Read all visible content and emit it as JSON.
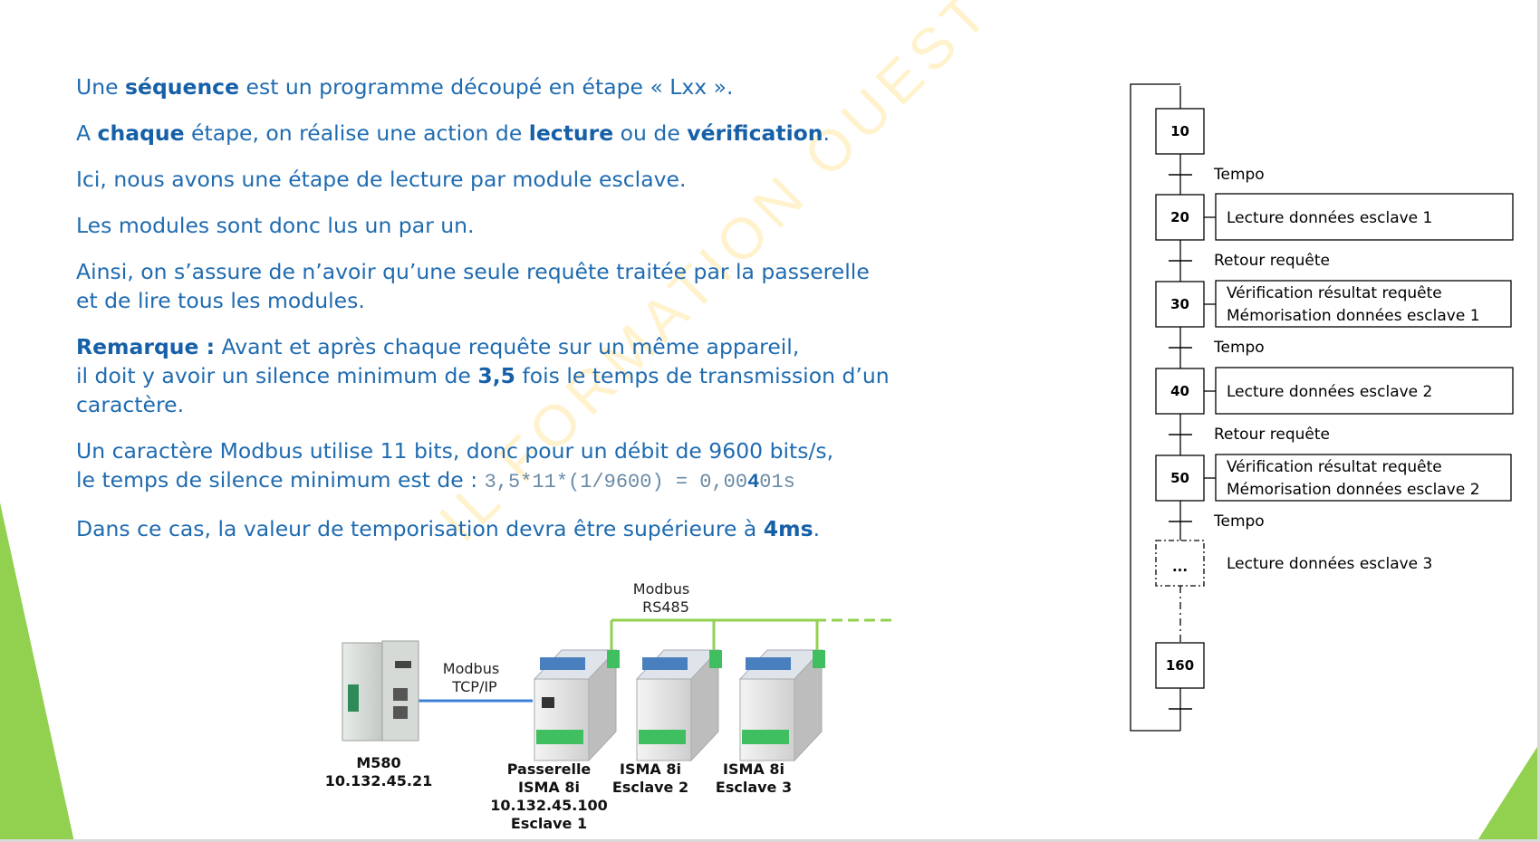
{
  "paragraphs": {
    "p1": {
      "a": "Une ",
      "b": "séquence",
      "c": " est un programme découpé en étape « Lxx »."
    },
    "p2": {
      "a": "A ",
      "b": "chaque",
      "c": " étape, on réalise une action de ",
      "d": "lecture",
      "e": " ou de ",
      "f": "vérification",
      "g": "."
    },
    "p3": "Ici, nous avons une étape de lecture par module esclave.",
    "p4": "Les modules sont donc lus un par un.",
    "p5": {
      "line1": "Ainsi, on s’assure de n’avoir qu’une seule requête traitée par la passerelle",
      "line2": "et de lire tous les modules."
    },
    "p6": {
      "label": "Remarque :",
      "line1": " Avant et après chaque requête sur un même appareil,",
      "line2a": "il doit y avoir un silence minimum de ",
      "value": "3,5",
      "line2b": " fois le temps de transmission d’un caractère."
    },
    "p7": {
      "line1": "Un caractère Modbus utilise 11 bits, donc pour un débit de 9600 bits/s,",
      "line2": "le temps de silence minimum est de : ",
      "formula_a": "3,5*11*(1/9600) = 0,00",
      "formula_b": "4",
      "formula_c": "01s"
    },
    "p8": {
      "a": "Dans ce cas, la valeur de temporisation devra être supérieure à ",
      "b": "4ms",
      "c": "."
    }
  },
  "watermark": "IL FORMATION OUEST",
  "grafcet": {
    "steps": [
      "10",
      "20",
      "30",
      "40",
      "50",
      "...",
      "160"
    ],
    "transitions": [
      "Tempo",
      "Retour requête",
      "Tempo",
      "Retour requête",
      "Tempo"
    ],
    "actions": {
      "s20": "Lecture données esclave 1",
      "s30": [
        "Vérification résultat requête",
        "Mémorisation données esclave 1"
      ],
      "s40": "Lecture données esclave 2",
      "s50": [
        "Vérification résultat requête",
        "Mémorisation données esclave 2"
      ],
      "s_ellipsis": "Lecture données esclave 3"
    }
  },
  "network": {
    "bus_label": [
      "Modbus",
      "RS485"
    ],
    "tcp_label": [
      "Modbus",
      "TCP/IP"
    ],
    "m580": [
      "M580",
      "10.132.45.21"
    ],
    "gateway": [
      "Passerelle",
      "ISMA 8i",
      "10.132.45.100",
      "Esclave 1"
    ],
    "slave2": [
      "ISMA 8i",
      "Esclave 2"
    ],
    "slave3": [
      "ISMA 8i",
      "Esclave 3"
    ]
  },
  "colors": {
    "text_blue": "#1f6bb0",
    "accent_green": "#92d050",
    "wire_blue": "#3d7fd6",
    "bus_green": "#92d050"
  }
}
